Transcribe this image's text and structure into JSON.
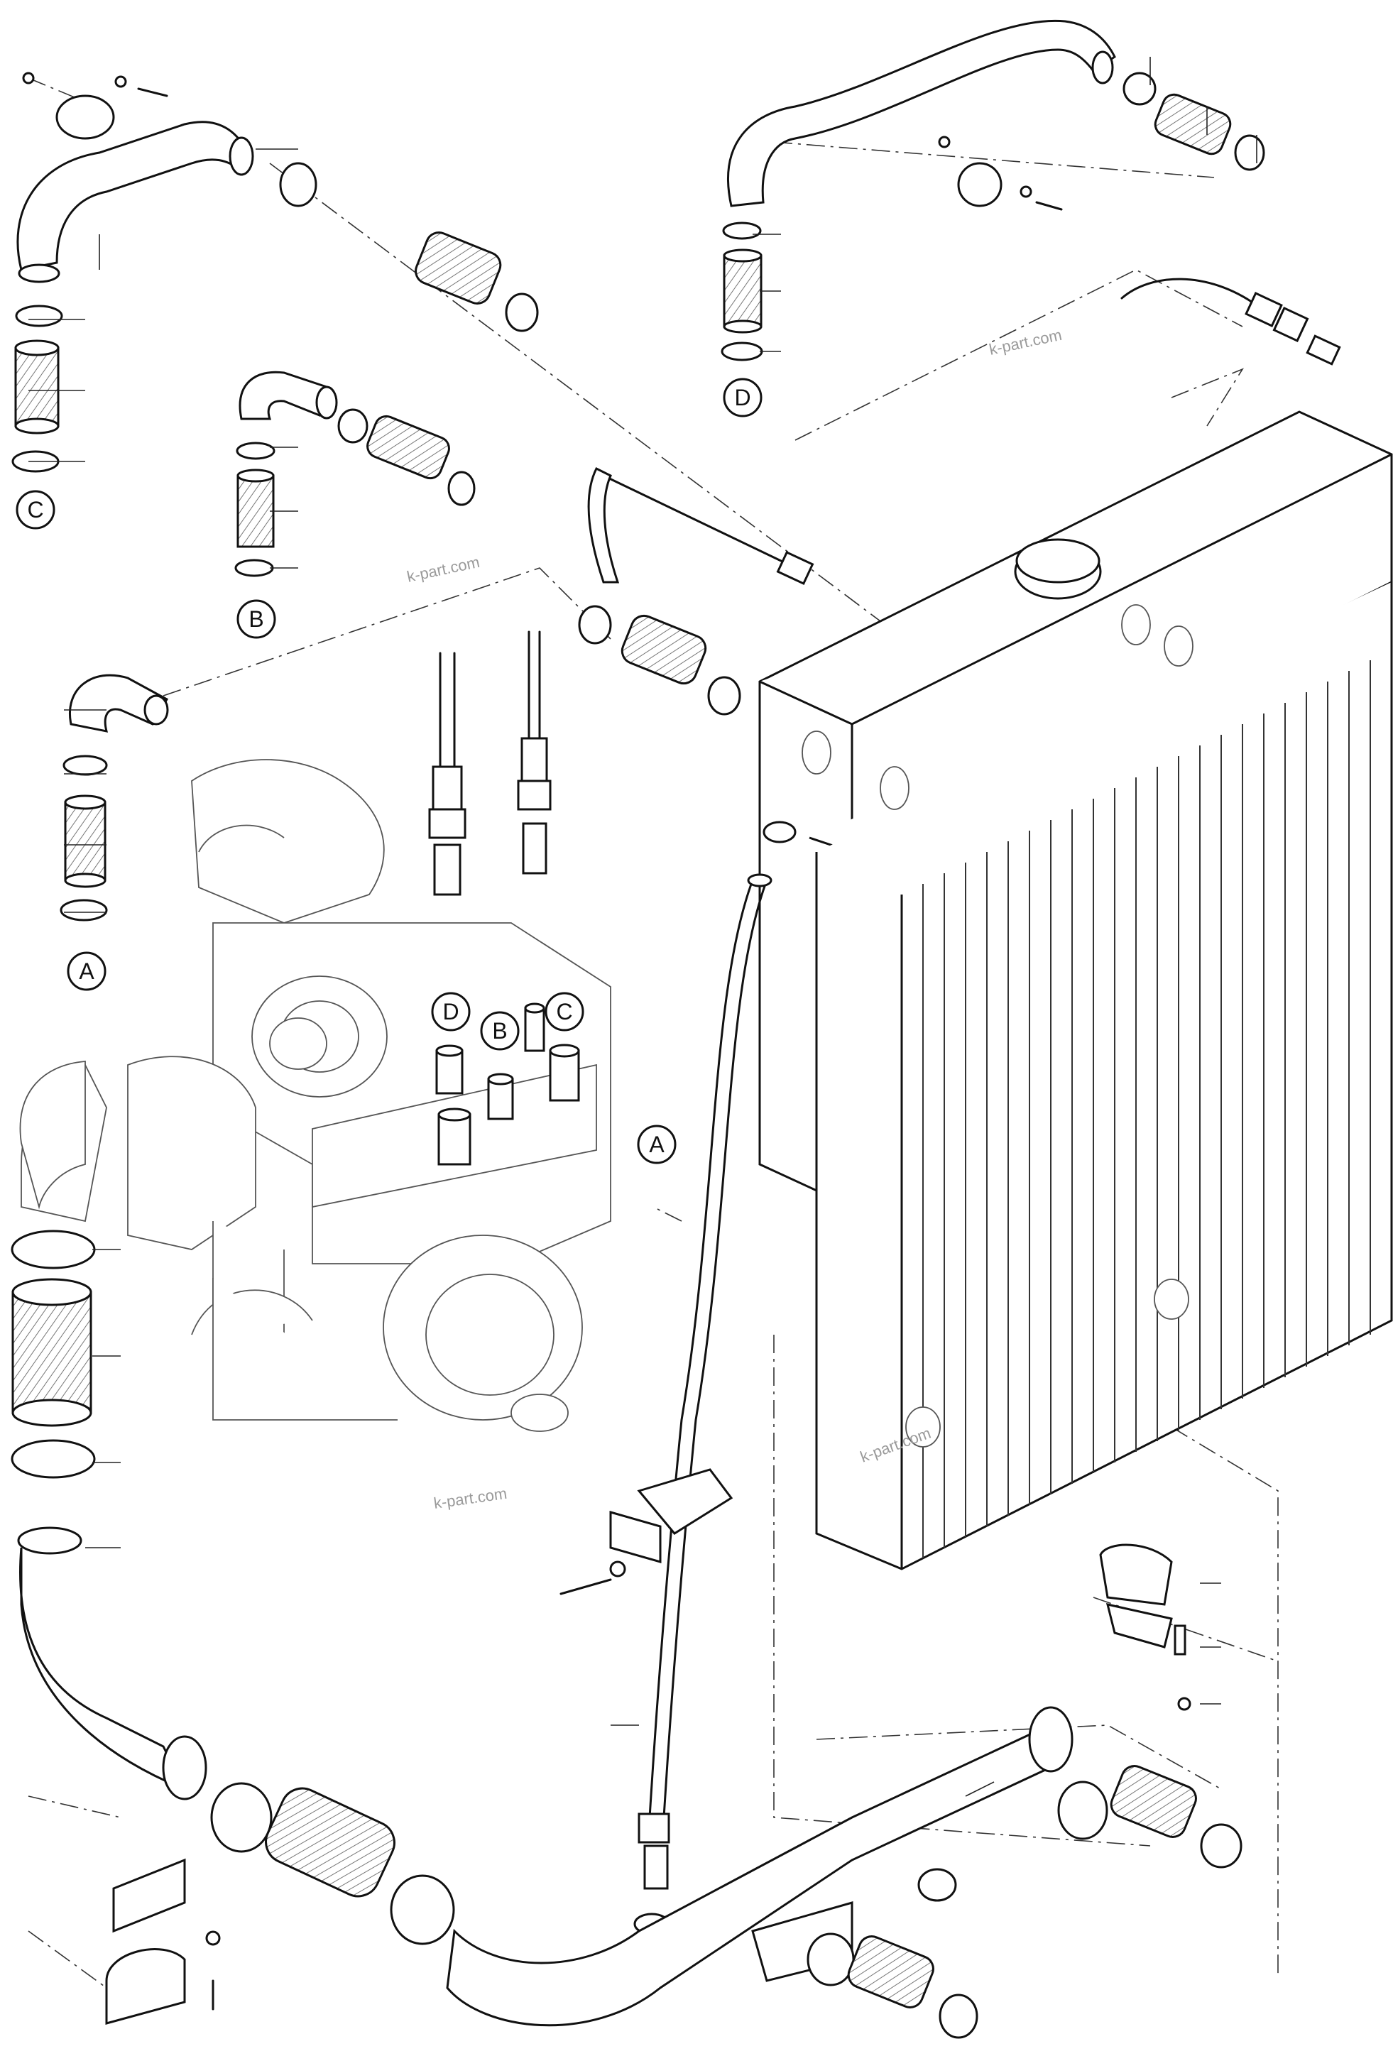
{
  "diagram": {
    "watermark": "k-part.com",
    "callouts": [
      {
        "id": "label-c-left",
        "letter": "C"
      },
      {
        "id": "label-b-left",
        "letter": "B"
      },
      {
        "id": "label-a-left",
        "letter": "A"
      },
      {
        "id": "label-d-top",
        "letter": "D"
      },
      {
        "id": "label-d-engine",
        "letter": "D"
      },
      {
        "id": "label-b-engine",
        "letter": "B"
      },
      {
        "id": "label-c-engine",
        "letter": "C"
      },
      {
        "id": "label-a-engine",
        "letter": "A"
      }
    ]
  }
}
